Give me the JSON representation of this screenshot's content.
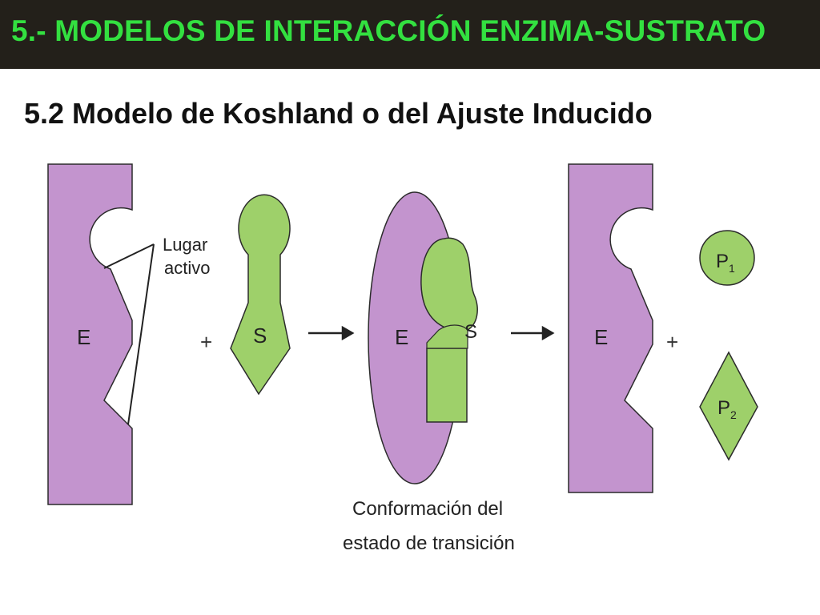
{
  "header": {
    "title": "5.- MODELOS DE INTERACCIÓN ENZIMA-SUSTRATO"
  },
  "subtitle": "5.2 Modelo de Koshland o del Ajuste Inducido",
  "colors": {
    "title_bar": "#23201a",
    "title_text": "#33e040",
    "enzyme": "#c394ce",
    "substrate": "#9ed06a",
    "outline": "#2b2b2b"
  },
  "diagram": {
    "enzyme_label": "E",
    "substrate_label": "S",
    "plus_sign": "+",
    "active_site_label_line1": "Lugar",
    "active_site_label_line2": "activo",
    "transition_label_line1": "Conformación del",
    "transition_label_line2": "estado de transición",
    "product1_letter": "P",
    "product1_sub": "1",
    "product2_letter": "P",
    "product2_sub": "2"
  }
}
